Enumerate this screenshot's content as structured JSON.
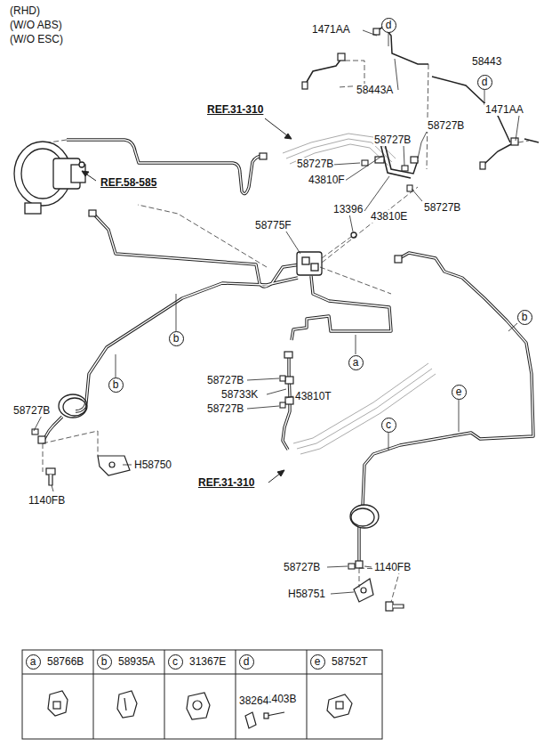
{
  "diagram": {
    "nodes": [
      {
        "text": [
          "d"
        ]
      },
      {
        "text": [
          "d"
        ]
      },
      {
        "text": [
          "b"
        ]
      },
      {
        "text": [
          "b"
        ]
      },
      {
        "text": [
          "a"
        ]
      },
      {
        "text": [
          "b"
        ]
      },
      {
        "text": [
          "e"
        ]
      },
      {
        "text": [
          "c"
        ]
      },
      {
        "text": [
          "a"
        ]
      },
      {
        "text": [
          "b"
        ]
      },
      {
        "text": [
          "c"
        ]
      },
      {
        "text": [
          "d"
        ]
      },
      {
        "text": [
          "e"
        ]
      }
    ],
    "labels": [
      "(RHD)",
      "(W/O ABS)",
      "(W/O ESC)",
      "1471AA",
      "58443A",
      "58443",
      "1471AA",
      "REF.31-310",
      "58727B",
      "58727B",
      "58727B",
      "43810F",
      "58727B",
      "43810E",
      "REF.58-585",
      "13396",
      "58775F",
      "58727B",
      "58733K",
      "43810T",
      "58727B",
      "58727B",
      "H58750",
      "1140FB",
      "REF.31-310",
      "58727B",
      "1140FB",
      "H58751",
      "58766B",
      "58935A",
      "31367E",
      "11403B",
      "38264",
      "58752T"
    ]
  }
}
